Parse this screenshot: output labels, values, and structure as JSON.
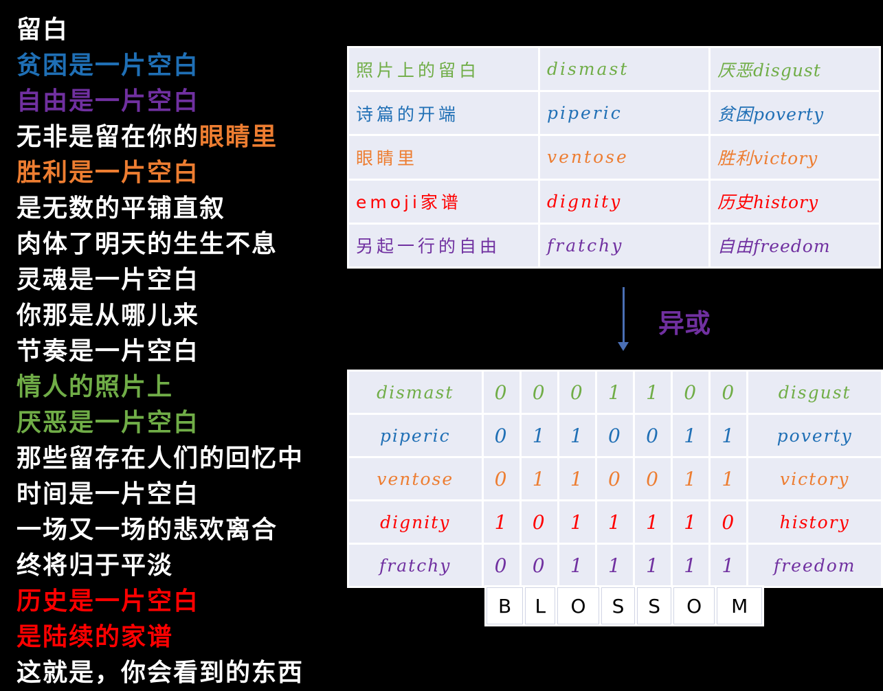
{
  "colors": {
    "white": "#ffffff",
    "blue": "#1f6fb5",
    "purple": "#7030a0",
    "orange": "#ed7d31",
    "red": "#ff0000",
    "green": "#70ad47",
    "dark_red": "#ff0000"
  },
  "poem": [
    [
      {
        "text": "留白",
        "color": "white"
      }
    ],
    [
      {
        "text": "贫困是一片空白",
        "color": "blue"
      }
    ],
    [
      {
        "text": "自由是一片空白",
        "color": "purple"
      }
    ],
    [
      {
        "text": "无非是留在你的",
        "color": "white"
      },
      {
        "text": "眼睛里",
        "color": "orange"
      }
    ],
    [
      {
        "text": "胜利是一片空白",
        "color": "orange"
      }
    ],
    [
      {
        "text": "是无数的平铺直叙",
        "color": "white"
      }
    ],
    [
      {
        "text": "肉体了明天的生生不息",
        "color": "white"
      }
    ],
    [
      {
        "text": "灵魂是一片空白",
        "color": "white"
      }
    ],
    [
      {
        "text": "你那是从哪儿来",
        "color": "white"
      }
    ],
    [
      {
        "text": "节奏是一片空白",
        "color": "white"
      }
    ],
    [
      {
        "text": "情人的照片上",
        "color": "green"
      }
    ],
    [
      {
        "text": "厌恶是一片空白",
        "color": "green"
      }
    ],
    [
      {
        "text": "那些留存在人们的回忆中",
        "color": "white"
      }
    ],
    [
      {
        "text": "时间是一片空白",
        "color": "white"
      }
    ],
    [
      {
        "text": "一场又一场的悲欢离合",
        "color": "white"
      }
    ],
    [
      {
        "text": "终将归于平淡",
        "color": "white"
      }
    ],
    [
      {
        "text": "历史是一片空白",
        "color": "red"
      }
    ],
    [
      {
        "text": "是陆续的家谱",
        "color": "red"
      }
    ],
    [
      {
        "text": "这就是，你会看到的东西",
        "color": "white"
      }
    ]
  ],
  "top_table": [
    {
      "c1": "照片上的留白",
      "c2": "dismast",
      "c3": "厌恶disgust",
      "color": "green"
    },
    {
      "c1": "诗篇的开端",
      "c2": "piperic",
      "c3": "贫困poverty",
      "color": "blue"
    },
    {
      "c1": "眼睛里",
      "c2": "ventose",
      "c3": "胜利victory",
      "color": "orange"
    },
    {
      "c1": "emoji家谱",
      "c2": "dignity",
      "c3": "历史history",
      "color": "red"
    },
    {
      "c1": "另起一行的自由",
      "c2": "fratchy",
      "c3": "自由freedom",
      "color": "purple"
    }
  ],
  "arrow_label": "异或",
  "bottom_table": [
    {
      "word": "dismast",
      "bits": [
        "0",
        "0",
        "0",
        "1",
        "1",
        "0",
        "0"
      ],
      "result": "disgust",
      "color": "green"
    },
    {
      "word": "piperic",
      "bits": [
        "0",
        "1",
        "1",
        "0",
        "0",
        "1",
        "1"
      ],
      "result": "poverty",
      "color": "blue"
    },
    {
      "word": "ventose",
      "bits": [
        "0",
        "1",
        "1",
        "0",
        "0",
        "1",
        "1"
      ],
      "result": "victory",
      "color": "orange"
    },
    {
      "word": "dignity",
      "bits": [
        "1",
        "0",
        "1",
        "1",
        "1",
        "1",
        "0"
      ],
      "result": "history",
      "color": "red"
    },
    {
      "word": "fratchy",
      "bits": [
        "0",
        "0",
        "1",
        "1",
        "1",
        "1",
        "1"
      ],
      "result": "freedom",
      "color": "purple"
    }
  ],
  "blossom": [
    "B",
    "L",
    "O",
    "S",
    "S",
    "O",
    "M"
  ]
}
